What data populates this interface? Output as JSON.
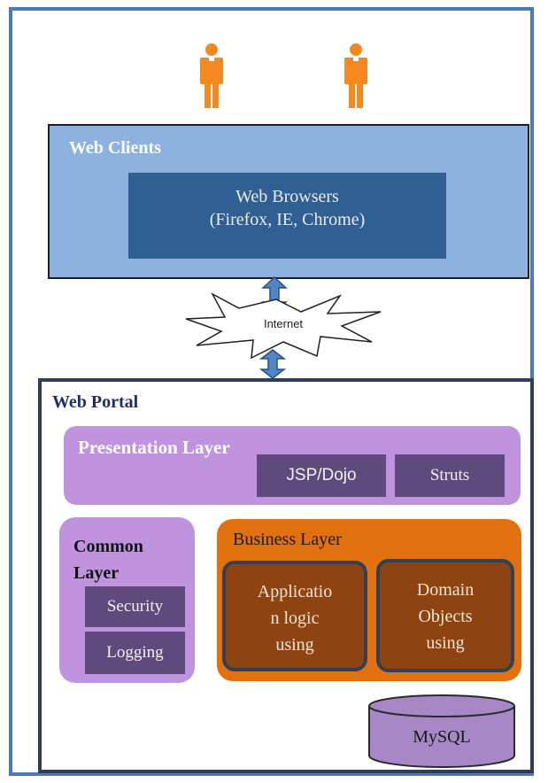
{
  "web_clients": {
    "title": "Web Clients",
    "browsers": {
      "line1": "Web Browsers",
      "line2": "(Firefox, IE, Chrome)"
    }
  },
  "internet": {
    "label": "Internet"
  },
  "web_portal": {
    "title": "Web Portal",
    "presentation_layer": {
      "title": "Presentation Layer",
      "items": [
        "JSP/Dojo",
        "Struts"
      ]
    },
    "common_layer": {
      "title_line1": "Common",
      "title_line2": "Layer",
      "items": [
        "Security",
        "Logging"
      ]
    },
    "business_layer": {
      "title": "Business Layer",
      "application_logic": [
        "Applicatio",
        "n logic",
        "using"
      ],
      "domain_objects": [
        "Domain",
        "Objects",
        "using"
      ]
    },
    "database": {
      "label": "MySQL"
    }
  },
  "colors": {
    "frame": "#4a7ab8",
    "person": "#f5891f",
    "clients_fill": "#8db2e0",
    "browsers_fill": "#2f5f93",
    "layer_purple": "#bf93de",
    "layer_dark": "#5e4a7c",
    "business_orange": "#e1700e",
    "business_inner": "#8f4310",
    "arrow": "#4f86c6",
    "db_fill": "#a887c6"
  }
}
